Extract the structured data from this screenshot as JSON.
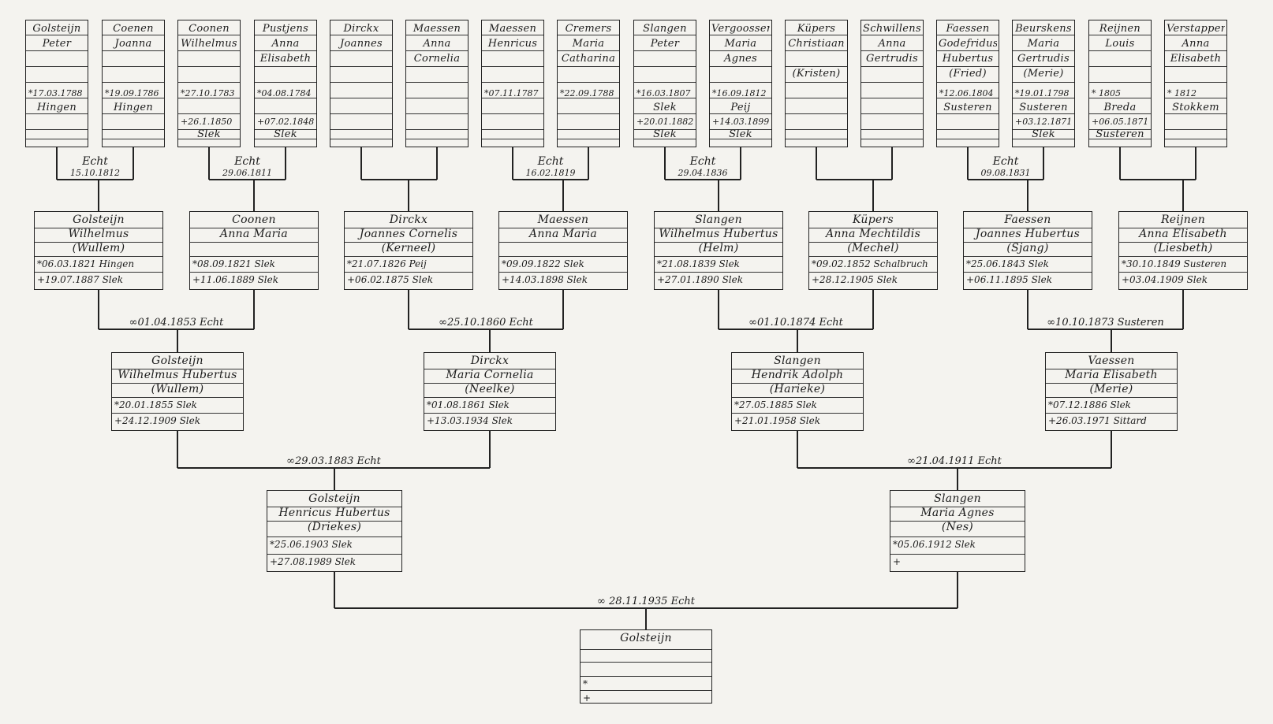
{
  "gen5": [
    {
      "lines": [
        "Golsteijn",
        "Peter"
      ],
      "birth": "*17.03.1788",
      "birth_place": "Hingen",
      "death": "",
      "death_place": ""
    },
    {
      "lines": [
        "Coenen",
        "Joanna"
      ],
      "birth": "*19.09.1786",
      "birth_place": "Hingen",
      "death": "",
      "death_place": ""
    },
    {
      "lines": [
        "Coonen",
        "Wilhelmus"
      ],
      "birth": "*27.10.1783",
      "birth_place": "",
      "death": "+26.1.1850",
      "death_place": "Slek"
    },
    {
      "lines": [
        "Pustjens",
        "Anna",
        "Elisabeth"
      ],
      "birth": "*04.08.1784",
      "birth_place": "",
      "death": "+07.02.1848",
      "death_place": "Slek"
    },
    {
      "lines": [
        "Dirckx",
        "Joannes"
      ],
      "birth": "",
      "birth_place": "",
      "death": "",
      "death_place": ""
    },
    {
      "lines": [
        "Maessen",
        "Anna",
        "Cornelia"
      ],
      "birth": "",
      "birth_place": "",
      "death": "",
      "death_place": ""
    },
    {
      "lines": [
        "Maessen",
        "Henricus"
      ],
      "birth": "*07.11.1787",
      "birth_place": "",
      "death": "",
      "death_place": ""
    },
    {
      "lines": [
        "Cremers",
        "Maria",
        "Catharina"
      ],
      "birth": "*22.09.1788",
      "birth_place": "",
      "death": "",
      "death_place": ""
    },
    {
      "lines": [
        "Slangen",
        "Peter"
      ],
      "birth": "*16.03.1807",
      "birth_place": "Slek",
      "death": "+20.01.1882",
      "death_place": "Slek"
    },
    {
      "lines": [
        "Vergoossen",
        "Maria",
        "Agnes"
      ],
      "birth": "*16.09.1812",
      "birth_place": "Peij",
      "death": "+14.03.1899",
      "death_place": "Slek"
    },
    {
      "lines": [
        "Küpers",
        "Christiaan",
        "",
        "(Kristen)"
      ],
      "birth": "",
      "birth_place": "",
      "death": "",
      "death_place": ""
    },
    {
      "lines": [
        "Schwillens",
        "Anna",
        "Gertrudis"
      ],
      "birth": "",
      "birth_place": "",
      "death": "",
      "death_place": ""
    },
    {
      "lines": [
        "Faessen",
        "Godefridus",
        "Hubertus",
        "(Fried)"
      ],
      "birth": "*12.06.1804",
      "birth_place": "Susteren",
      "death": "",
      "death_place": ""
    },
    {
      "lines": [
        "Beurskens",
        "Maria",
        "Gertrudis",
        "(Merie)"
      ],
      "birth": "*19.01.1798",
      "birth_place": "Susteren",
      "death": "+03.12.1871",
      "death_place": "Slek"
    },
    {
      "lines": [
        "Reijnen",
        "Louis"
      ],
      "birth": "*           1805",
      "birth_place": "Breda",
      "death": "+06.05.1871",
      "death_place": "Susteren"
    },
    {
      "lines": [
        "Verstappen",
        "Anna",
        "Elisabeth"
      ],
      "birth": "*           1812",
      "birth_place": "Stokkem",
      "death": "",
      "death_place": ""
    }
  ],
  "gen5_marriages": [
    {
      "place": "Echt",
      "date": "15.10.1812"
    },
    {
      "place": "Echt",
      "date": "29.06.1811"
    },
    {
      "place": "",
      "date": ""
    },
    {
      "place": "Echt",
      "date": "16.02.1819"
    },
    {
      "place": "Echt",
      "date": "29.04.1836"
    },
    {
      "place": "",
      "date": ""
    },
    {
      "place": "Echt",
      "date": "09.08.1831"
    },
    {
      "place": "",
      "date": ""
    }
  ],
  "gen4": [
    {
      "lines": [
        "Golsteijn",
        "Wilhelmus",
        "(Wullem)"
      ],
      "birth": "*06.03.1821 Hingen",
      "death": "+19.07.1887 Slek"
    },
    {
      "lines": [
        "Coonen",
        "Anna Maria",
        ""
      ],
      "birth": "*08.09.1821 Slek",
      "death": "+11.06.1889 Slek"
    },
    {
      "lines": [
        "Dirckx",
        "Joannes Cornelis",
        "(Kerneel)"
      ],
      "birth": "*21.07.1826 Peij",
      "death": "+06.02.1875 Slek"
    },
    {
      "lines": [
        "Maessen",
        "Anna Maria",
        ""
      ],
      "birth": "*09.09.1822 Slek",
      "death": "+14.03.1898 Slek"
    },
    {
      "lines": [
        "Slangen",
        "Wilhelmus Hubertus",
        "(Helm)"
      ],
      "birth": "*21.08.1839 Slek",
      "death": "+27.01.1890 Slek"
    },
    {
      "lines": [
        "Küpers",
        "Anna Mechtildis",
        "(Mechel)"
      ],
      "birth": "*09.02.1852 Schalbruch",
      "death": "+28.12.1905 Slek"
    },
    {
      "lines": [
        "Faessen",
        "Joannes Hubertus",
        "(Sjang)"
      ],
      "birth": "*25.06.1843 Slek",
      "death": "+06.11.1895 Slek"
    },
    {
      "lines": [
        "Reijnen",
        "Anna Elisabeth",
        "(Liesbeth)"
      ],
      "birth": "*30.10.1849 Susteren",
      "death": "+03.04.1909 Slek"
    }
  ],
  "gen4_marriages": [
    "∞01.04.1853 Echt",
    "∞25.10.1860 Echt",
    "∞01.10.1874 Echt",
    "∞10.10.1873 Susteren"
  ],
  "gen3": [
    {
      "lines": [
        "Golsteijn",
        "Wilhelmus Hubertus",
        "(Wullem)"
      ],
      "birth": "*20.01.1855 Slek",
      "death": "+24.12.1909 Slek"
    },
    {
      "lines": [
        "Dirckx",
        "Maria Cornelia",
        "(Neelke)"
      ],
      "birth": "*01.08.1861 Slek",
      "death": "+13.03.1934 Slek"
    },
    {
      "lines": [
        "Slangen",
        "Hendrik Adolph",
        "(Harieke)"
      ],
      "birth": "*27.05.1885 Slek",
      "death": "+21.01.1958 Slek"
    },
    {
      "lines": [
        "Vaessen",
        "Maria Elisabeth",
        "(Merie)"
      ],
      "birth": "*07.12.1886 Slek",
      "death": "+26.03.1971 Sittard"
    }
  ],
  "gen3_marriages": [
    "∞29.03.1883 Echt",
    "∞21.04.1911 Echt"
  ],
  "gen2": [
    {
      "lines": [
        "Golsteijn",
        "Henricus Hubertus",
        "(Driekes)"
      ],
      "birth": "*25.06.1903 Slek",
      "death": "+27.08.1989 Slek"
    },
    {
      "lines": [
        "Slangen",
        "Maria Agnes",
        "(Nes)"
      ],
      "birth": "*05.06.1912 Slek",
      "death": "+"
    }
  ],
  "gen2_marriage": "∞ 28.11.1935 Echt",
  "root": {
    "lines": [
      "Golsteijn",
      "",
      ""
    ],
    "birth": "*",
    "death": "+"
  }
}
